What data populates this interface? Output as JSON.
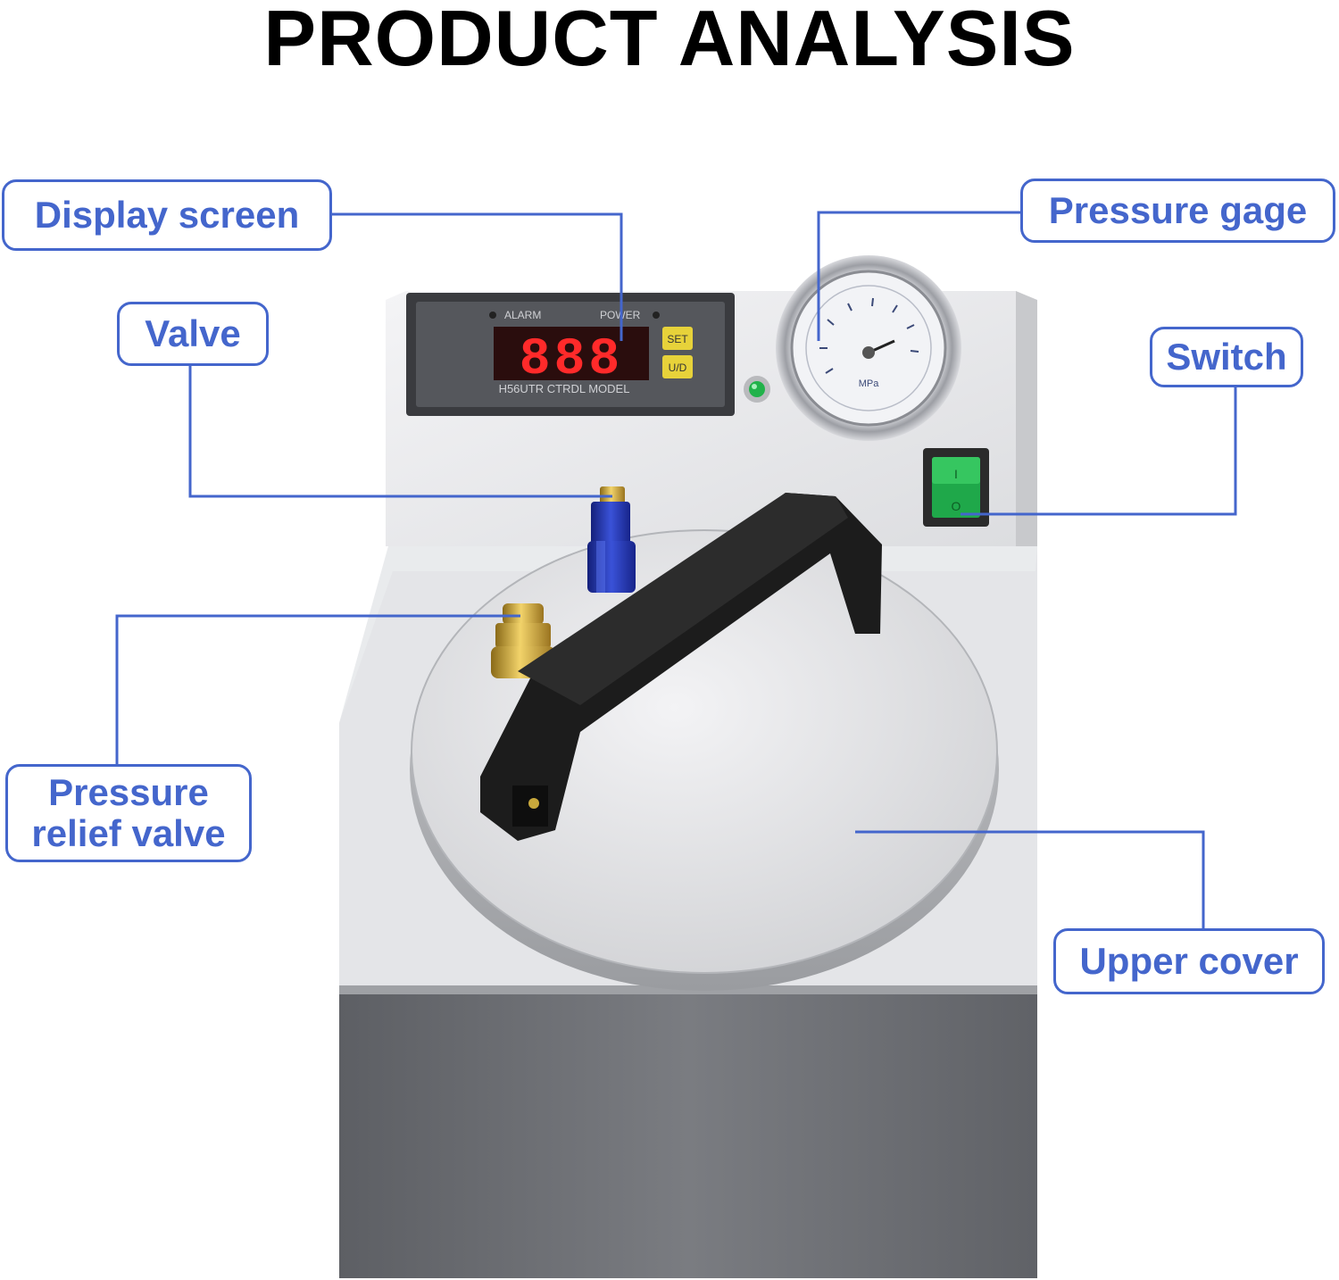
{
  "title": "PRODUCT ANALYSIS",
  "colors": {
    "callout": "#4466cc",
    "led": "#ff2a2a",
    "switch": "#1fa84a",
    "handle": "#1c1c1c",
    "body_dark": "#6e7075"
  },
  "device": {
    "led_digits": "888",
    "controller_text": "H56UTR CTRDL MODEL",
    "alarm_label": "ALARM",
    "power_label": "POWER",
    "set_button": "SET",
    "updown_button": "U/D",
    "gauge_unit": "MPa"
  },
  "labels": {
    "display_screen": "Display screen",
    "pressure_gage": "Pressure gage",
    "valve": "Valve",
    "switch": "Switch",
    "pressure_relief_line1": "Pressure",
    "pressure_relief_line2": "relief valve",
    "upper_cover": "Upper cover"
  }
}
